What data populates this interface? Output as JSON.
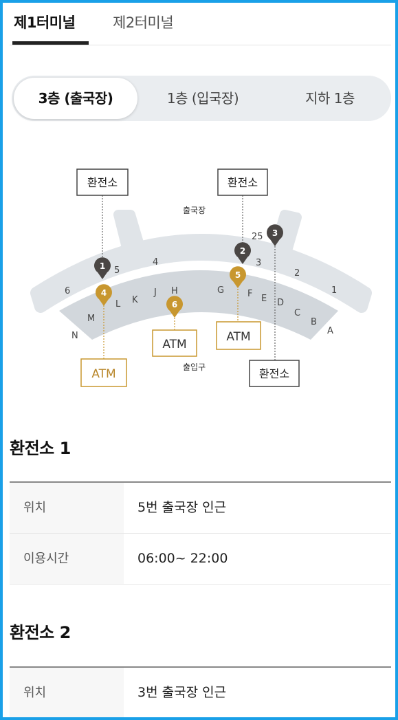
{
  "terminal_tabs": [
    {
      "label": "제1터미널",
      "active": true
    },
    {
      "label": "제2터미널",
      "active": false
    }
  ],
  "floor_tabs": [
    {
      "label": "3층 (출국장)",
      "active": true
    },
    {
      "label": "1층 (입국장)",
      "active": false
    },
    {
      "label": "지하 1층",
      "active": false
    }
  ],
  "map": {
    "area_labels": {
      "departure": "출국장",
      "entrance": "출입구"
    },
    "callouts": {
      "exchange": "환전소",
      "atm": "ATM"
    },
    "markers": [
      "1",
      "2",
      "3",
      "4",
      "5",
      "6"
    ],
    "gates_numbers": [
      "6",
      "5",
      "4",
      "3",
      "25",
      "2",
      "1"
    ],
    "counters": [
      "N",
      "M",
      "L",
      "K",
      "J",
      "H",
      "G",
      "F",
      "E",
      "D",
      "C",
      "B",
      "A"
    ],
    "colors": {
      "exchange_marker": "#4a4644",
      "atm_marker": "#c8972f",
      "concourse": "#dfe3e7",
      "inner": "#cfd4d9"
    }
  },
  "sections": [
    {
      "title": "환전소 1",
      "rows": [
        {
          "label": "위치",
          "value": "5번 출국장 인근"
        },
        {
          "label": "이용시간",
          "value": "06:00~ 22:00"
        }
      ]
    },
    {
      "title": "환전소 2",
      "rows": [
        {
          "label": "위치",
          "value": "3번 출국장 인근"
        }
      ]
    }
  ],
  "colors": {
    "frame_border": "#1aa0e8",
    "active_underline": "#222222"
  }
}
